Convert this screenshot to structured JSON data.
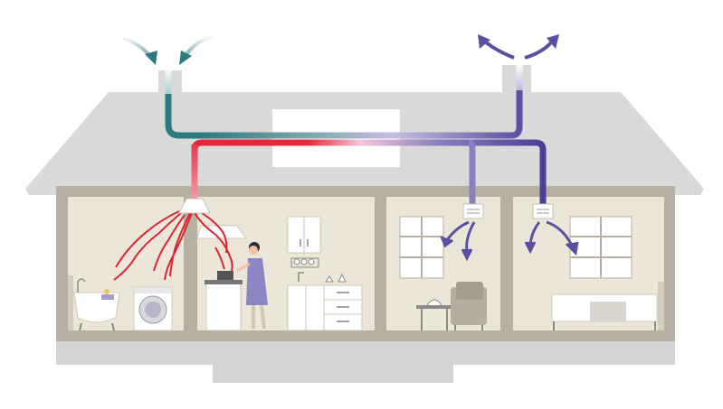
{
  "diagram": {
    "colors": {
      "background": "#ffffff",
      "roof": "#d9d9d9",
      "foundation": "#d4d4d4",
      "interior": "#ece6d8",
      "walls": "#b5b0a1",
      "fresh_air": "#2b7a7e",
      "extract_air": "#5b4fa0",
      "warm_air": "#e4283a",
      "cooking_steam": "#d92531"
    },
    "rooms": [
      "bathroom",
      "kitchen",
      "living-room",
      "bedroom"
    ],
    "appliances": [
      "bathtub",
      "washing-machine",
      "cooker",
      "kitchen-cabinets",
      "armchair",
      "side-table",
      "bed"
    ],
    "air_flows": {
      "intake": "fresh-air-intake",
      "exhaust": "stale-air-exhaust",
      "supply_vents": 2,
      "extract_points": 1
    }
  }
}
